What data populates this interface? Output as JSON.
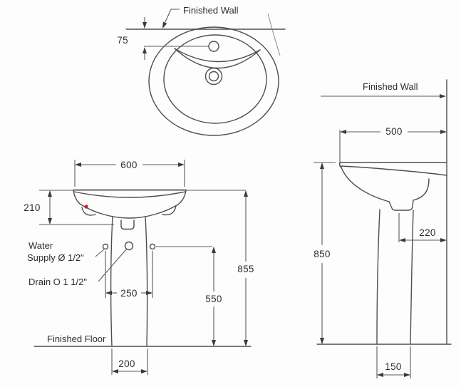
{
  "drawing": {
    "type": "pedestal-basin-installation-dimensions",
    "top_view": {
      "wall_label": "Finished Wall",
      "dim_faucet_offset": "75"
    },
    "front_view": {
      "dim_width": "600",
      "dim_basin_height": "210",
      "dim_total_height": "855",
      "dim_supply_height": "550",
      "dim_supply_spacing": "250",
      "dim_base_width": "200",
      "label_water_line1": "Water",
      "label_water_line2": "Supply Ø 1/2\"",
      "label_drain": "Drain O 1 1/2\"",
      "label_floor": "Finished Floor"
    },
    "side_view": {
      "wall_label": "Finished Wall",
      "dim_depth": "500",
      "dim_height": "850",
      "dim_drain_to_wall": "220",
      "dim_base_depth": "150"
    },
    "colors": {
      "line": "#4e4e4e",
      "text": "#2d2d2d",
      "accent_dot": "#c0272d",
      "background": "#fdfdfd"
    }
  }
}
